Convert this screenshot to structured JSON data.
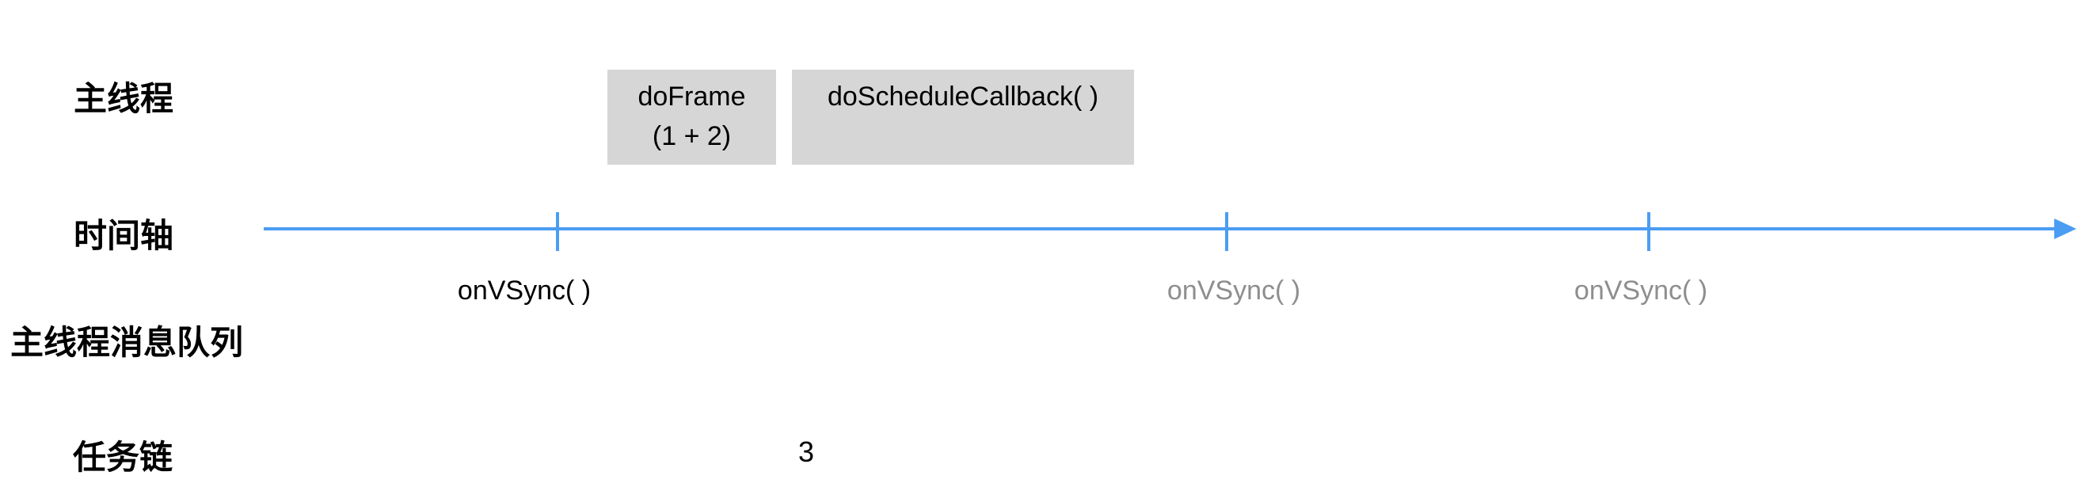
{
  "diagram": {
    "title_hint": "VSync frame scheduling timeline",
    "rows": [
      {
        "id": "main-thread",
        "label": "主线程"
      },
      {
        "id": "timeline",
        "label": "时间轴"
      },
      {
        "id": "main-thread-message-queue",
        "label": "主线程消息队列"
      },
      {
        "id": "task-chain",
        "label": "任务链"
      }
    ],
    "blocks": [
      {
        "id": "doframe",
        "line1": "doFrame",
        "line2": "(1 + 2)"
      },
      {
        "id": "doschedulecallback",
        "line1": "doScheduleCallback( )",
        "line2": ""
      }
    ],
    "timeline": {
      "direction": "right-arrow",
      "ticks": [
        {
          "label": "onVSync( )",
          "state": "current",
          "color": "#000000"
        },
        {
          "label": "onVSync( )",
          "state": "upcoming",
          "color": "#8e8e8e"
        },
        {
          "label": "onVSync( )",
          "state": "upcoming",
          "color": "#8e8e8e"
        }
      ]
    },
    "task_chain_value": "3",
    "colors": {
      "axis": "#4a9df3",
      "block_bg": "#d6d6d6",
      "text": "#000000",
      "muted_text": "#8e8e8e",
      "background": "#ffffff"
    }
  }
}
